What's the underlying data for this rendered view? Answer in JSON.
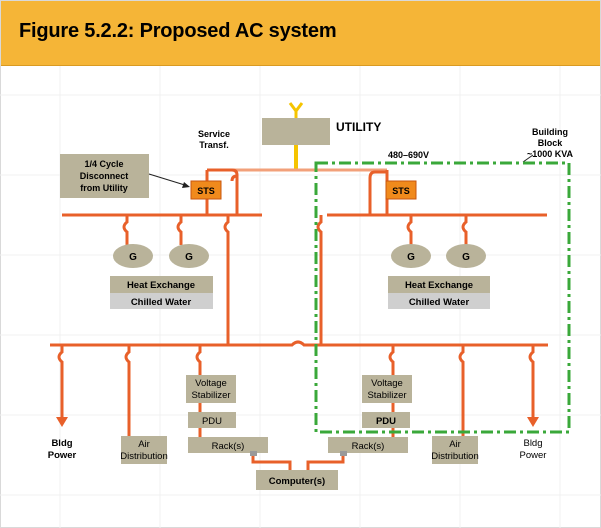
{
  "figure": {
    "title": "Figure 5.2.2: Proposed AC system"
  },
  "diagram": {
    "utility": "UTILITY",
    "service_transf": [
      "Service",
      "Transf."
    ],
    "voltage": "480–690V",
    "building_block": [
      "Building",
      "Block",
      "~1000 KVA"
    ],
    "disconnect_note": [
      "1/4 Cycle",
      "Disconnect",
      "from Utility"
    ],
    "sts": "STS",
    "generator": "G",
    "heat_exchange": "Heat Exchange",
    "chilled_water": "Chilled Water",
    "voltage_stabilizer": [
      "Voltage",
      "Stabilizer"
    ],
    "pdu": "PDU",
    "racks": "Rack(s)",
    "computers": "Computer(s)",
    "bldg_power": [
      "Bldg",
      "Power"
    ],
    "air_distribution": [
      "Air",
      "Distribution"
    ]
  },
  "colors": {
    "title_bg": "#f5b537",
    "bus": "#e8602a",
    "sts_fill": "#f08a1c",
    "box_fill": "#b9b39a",
    "chilled_fill": "#cfcfcf",
    "green_dash": "#3aa83a",
    "utility_line": "#f5c400"
  }
}
